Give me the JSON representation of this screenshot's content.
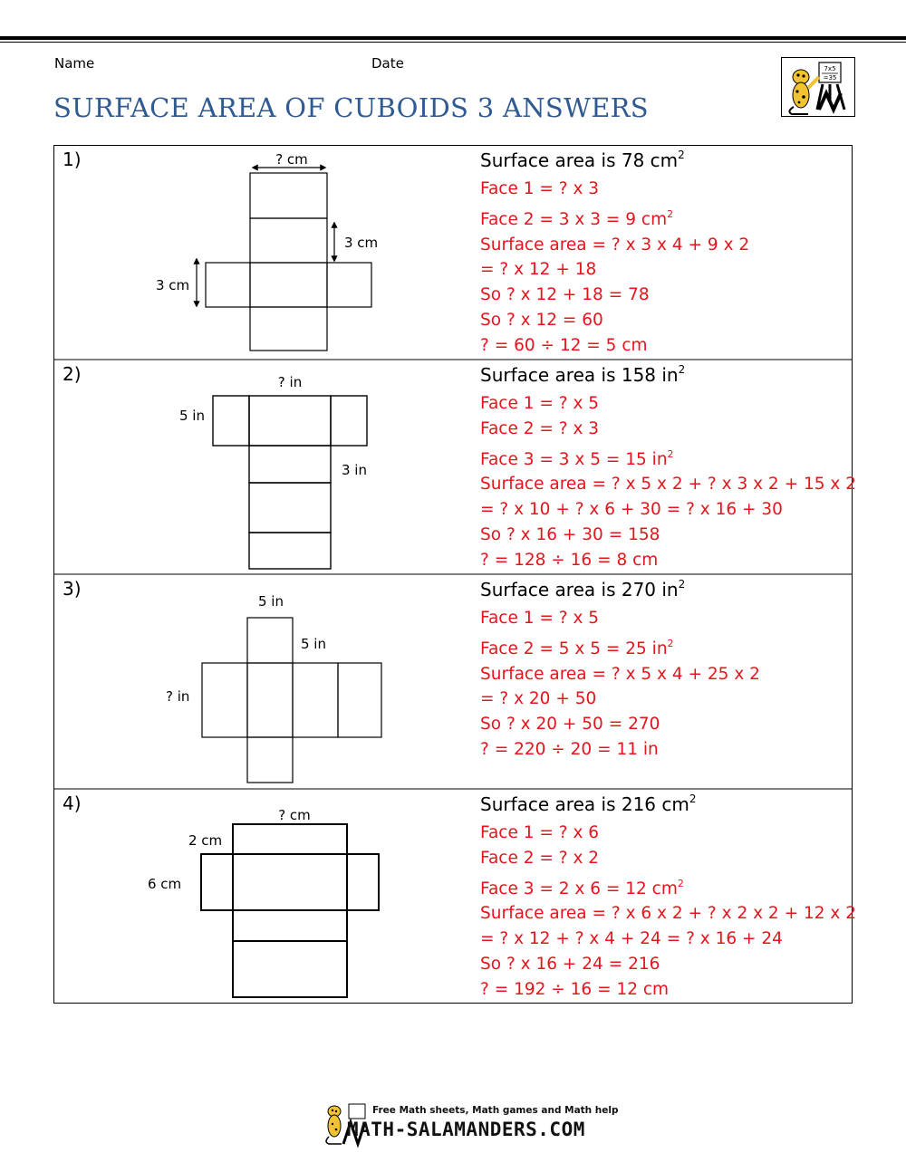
{
  "header": {
    "name_label": "Name",
    "date_label": "Date",
    "title": "SURFACE AREA OF CUBOIDS 3 ANSWERS"
  },
  "colors": {
    "title": "#2f5a92",
    "answer": "#e8141b"
  },
  "problems": [
    {
      "number": "1)",
      "heading": "Surface area is 78 cm",
      "heading_sup": "2",
      "net_labels": [
        "? cm",
        "3 cm",
        "3 cm"
      ],
      "steps": [
        "Face 1 = ? x 3",
        "Face 2 = 3 x 3 = 9 cm",
        "Surface area = ? x 3 x 4 + 9 x 2",
        "= ? x 12 + 18",
        "So ? x 12 + 18 = 78",
        "So ? x 12 = 60",
        "? = 60 ÷ 12 = 5 cm"
      ],
      "sup_2": "2"
    },
    {
      "number": "2)",
      "heading": "Surface area is 158 in",
      "heading_sup": "2",
      "net_labels": [
        "? in",
        "5 in",
        "3 in"
      ],
      "steps": [
        "Face 1 = ? x 5",
        "Face 2 = ? x 3",
        "Face 3 = 3 x 5 = 15 in",
        "Surface area = ? x 5 x 2 + ? x 3 x 2 + 15 x 2",
        "= ? x 10 + ? x 6 + 30 = ? x 16 + 30",
        "So ? x 16 + 30 = 158",
        "? = 128 ÷ 16 = 8 cm"
      ],
      "sup_2": "2"
    },
    {
      "number": "3)",
      "heading": "Surface area is 270 in",
      "heading_sup": "2",
      "net_labels": [
        "5 in",
        "5 in",
        "? in"
      ],
      "steps": [
        "Face 1 = ? x 5",
        "Face 2 = 5 x 5 = 25 in",
        "Surface area = ? x 5 x 4 + 25 x 2",
        "= ? x 20 + 50",
        "So ? x 20 + 50 = 270",
        "? = 220 ÷ 20 = 11 in"
      ],
      "sup_2": "2"
    },
    {
      "number": "4)",
      "heading": "Surface area is 216 cm",
      "heading_sup": "2",
      "net_labels": [
        "? cm",
        "2 cm",
        "6 cm"
      ],
      "steps": [
        "Face 1 = ? x 6",
        "Face 2 = ? x 2",
        "Face 3 = 2 x 6 = 12 cm",
        "Surface area = ? x 6 x 2 + ? x 2 x 2 + 12 x 2",
        "= ? x 12 + ? x 4 + 24 = ? x 16 + 24",
        "So ? x 16 + 24 = 216",
        "? = 192 ÷ 16 = 12 cm"
      ],
      "sup_2": "2"
    }
  ],
  "logo": {
    "card_text": "7x5 = 35",
    "icon": "salamander-teacher-icon"
  },
  "footer": {
    "tagline": "Free Math sheets, Math games and Math help",
    "site": "MATH-SALAMANDERS.COM"
  }
}
